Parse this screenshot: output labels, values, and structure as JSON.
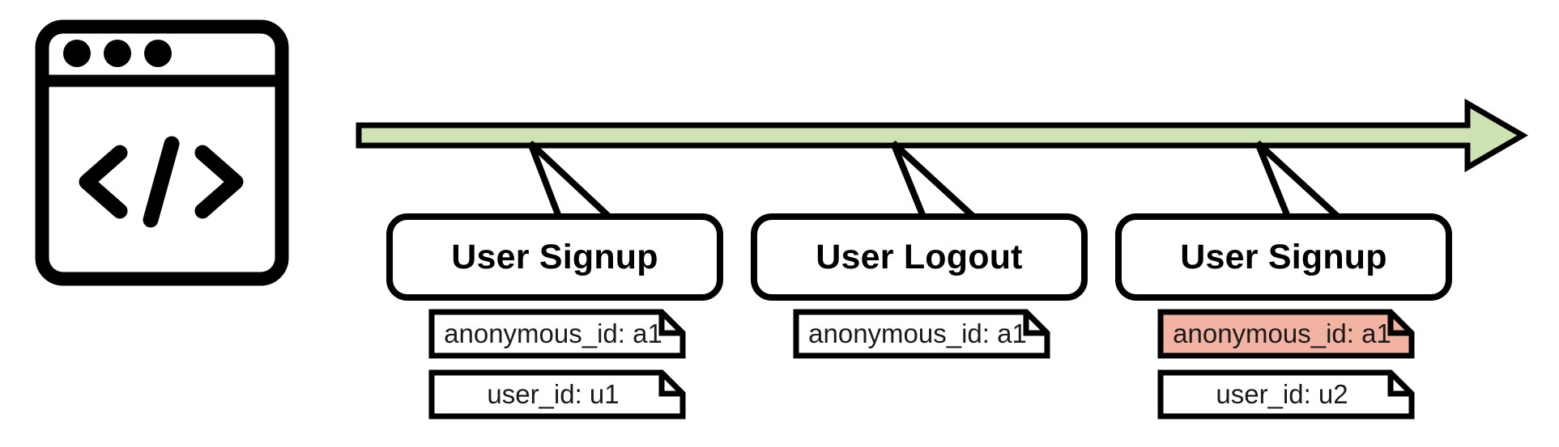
{
  "diagram": {
    "title": "Event timeline with identity properties",
    "colors": {
      "timeline_fill": "#cfe2b4",
      "timeline_stroke": "#000000",
      "box_fill": "#ffffff",
      "box_stroke": "#000000",
      "note_fill": "#ffffff",
      "note_stroke": "#000000",
      "note_highlight_fill": "#f2b3a3",
      "text": "#000000",
      "background": "#ffffff"
    },
    "source_icon": {
      "name": "code-window-icon",
      "label": "Code window / source application"
    },
    "timeline": {
      "name": "timeline-arrow",
      "direction": "left-to-right",
      "label": ""
    },
    "events": [
      {
        "id": "event-1",
        "title": "User Signup",
        "notes": [
          {
            "id": "note-1-1",
            "text": "anonymous_id: a1",
            "highlight": false
          },
          {
            "id": "note-1-2",
            "text": "user_id: u1",
            "highlight": false
          }
        ]
      },
      {
        "id": "event-2",
        "title": "User Logout",
        "notes": [
          {
            "id": "note-2-1",
            "text": "anonymous_id: a1",
            "highlight": false
          }
        ]
      },
      {
        "id": "event-3",
        "title": "User Signup",
        "notes": [
          {
            "id": "note-3-1",
            "text": "anonymous_id: a1",
            "highlight": true
          },
          {
            "id": "note-3-2",
            "text": "user_id: u2",
            "highlight": false
          }
        ]
      }
    ]
  }
}
